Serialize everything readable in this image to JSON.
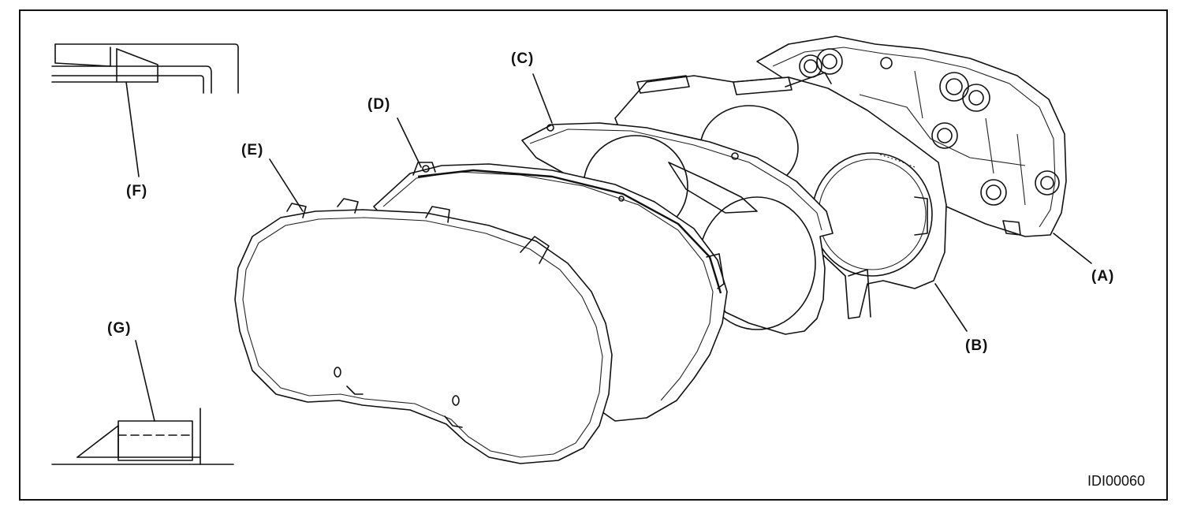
{
  "labels": {
    "a": "(A)",
    "b": "(B)",
    "c": "(C)",
    "d": "(D)",
    "e": "(E)",
    "f": "(F)",
    "g": "(G)"
  },
  "figure_id": "IDI00060"
}
